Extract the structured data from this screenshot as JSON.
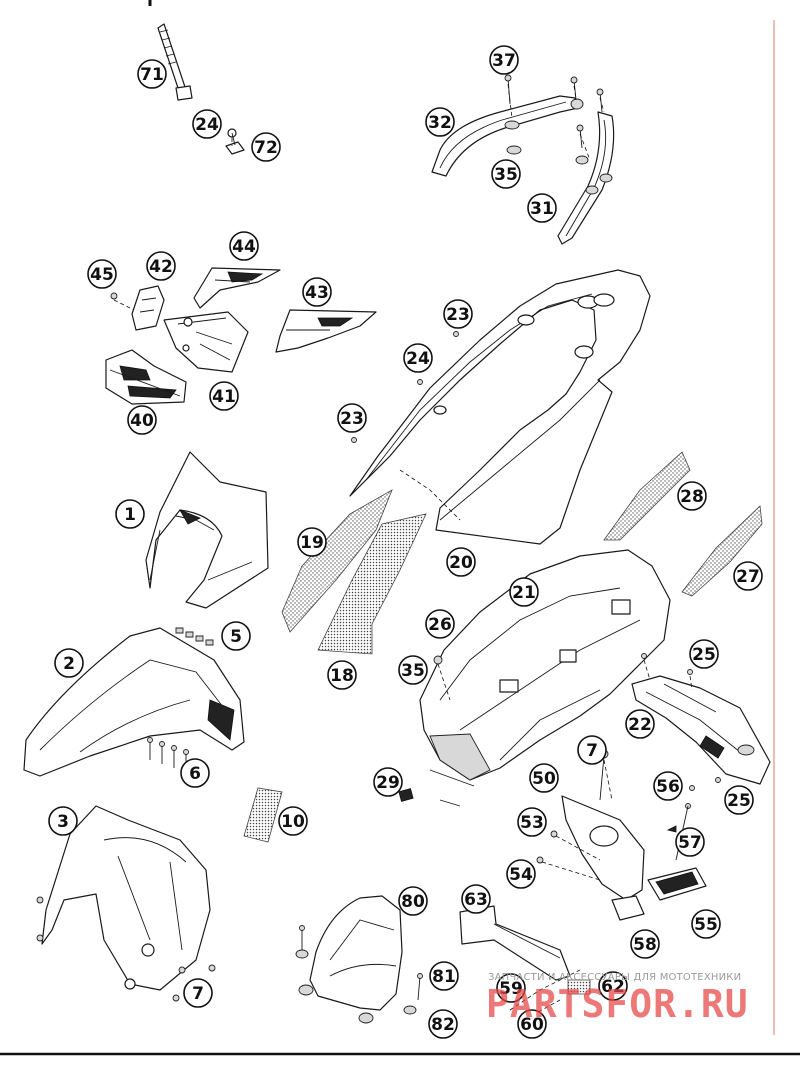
{
  "diagram": {
    "callouts": [
      {
        "id": "c71",
        "label": "71"
      },
      {
        "id": "c24a",
        "label": "24"
      },
      {
        "id": "c72",
        "label": "72"
      },
      {
        "id": "c37",
        "label": "37"
      },
      {
        "id": "c32",
        "label": "32"
      },
      {
        "id": "c35a",
        "label": "35"
      },
      {
        "id": "c31",
        "label": "31"
      },
      {
        "id": "c44",
        "label": "44"
      },
      {
        "id": "c45",
        "label": "45"
      },
      {
        "id": "c42",
        "label": "42"
      },
      {
        "id": "c43",
        "label": "43"
      },
      {
        "id": "c41",
        "label": "41"
      },
      {
        "id": "c40",
        "label": "40"
      },
      {
        "id": "c23a",
        "label": "23"
      },
      {
        "id": "c24b",
        "label": "24"
      },
      {
        "id": "c23b",
        "label": "23"
      },
      {
        "id": "c1",
        "label": "1"
      },
      {
        "id": "c28",
        "label": "28"
      },
      {
        "id": "c19",
        "label": "19"
      },
      {
        "id": "c20",
        "label": "20"
      },
      {
        "id": "c27",
        "label": "27"
      },
      {
        "id": "c21",
        "label": "21"
      },
      {
        "id": "c5",
        "label": "5"
      },
      {
        "id": "c2",
        "label": "2"
      },
      {
        "id": "c26",
        "label": "26"
      },
      {
        "id": "c18",
        "label": "18"
      },
      {
        "id": "c35b",
        "label": "35"
      },
      {
        "id": "c25a",
        "label": "25"
      },
      {
        "id": "c22",
        "label": "22"
      },
      {
        "id": "c6",
        "label": "6"
      },
      {
        "id": "c7a",
        "label": "7"
      },
      {
        "id": "c29",
        "label": "29"
      },
      {
        "id": "c50a",
        "label": "50"
      },
      {
        "id": "c56",
        "label": "56"
      },
      {
        "id": "c25b",
        "label": "25"
      },
      {
        "id": "c10",
        "label": "10"
      },
      {
        "id": "c3",
        "label": "3"
      },
      {
        "id": "c53",
        "label": "53"
      },
      {
        "id": "c57",
        "label": "57"
      },
      {
        "id": "c54",
        "label": "54"
      },
      {
        "id": "c80",
        "label": "80"
      },
      {
        "id": "c63",
        "label": "63"
      },
      {
        "id": "c55",
        "label": "55"
      },
      {
        "id": "c58",
        "label": "58"
      },
      {
        "id": "c7b",
        "label": "7"
      },
      {
        "id": "c81",
        "label": "81"
      },
      {
        "id": "c59",
        "label": "59"
      },
      {
        "id": "c62",
        "label": "62"
      },
      {
        "id": "c82",
        "label": "82"
      },
      {
        "id": "c60b",
        "label": "60"
      }
    ]
  },
  "watermark": {
    "caption": "ЗАПЧАСТИ И АКСЕССУАРЫ ДЛЯ МОТОТЕХНИКИ",
    "logo_text": "PARTSFOR.RU",
    "color": "#e64545"
  },
  "colors": {
    "line": "#111111",
    "border_accent": "#e57373"
  }
}
